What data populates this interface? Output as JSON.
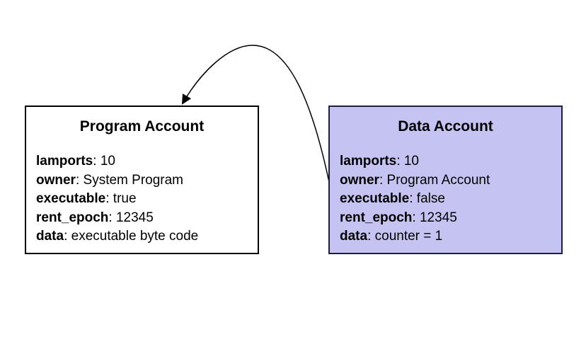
{
  "canvas": {
    "background": "#ffffff"
  },
  "field_separator": ": ",
  "boxes": [
    {
      "id": "program-account",
      "title": "Program Account",
      "fill": "#ffffff",
      "border_color": "#000000",
      "fields": [
        {
          "label": "lamports",
          "value": "10"
        },
        {
          "label": "owner",
          "value": "System Program"
        },
        {
          "label": "executable",
          "value": "true"
        },
        {
          "label": "rent_epoch",
          "value": "12345"
        },
        {
          "label": "data",
          "value": "executable byte code"
        }
      ]
    },
    {
      "id": "data-account",
      "title": "Data Account",
      "fill": "#c5c3f2",
      "border_color": "#1e1e3f",
      "fields": [
        {
          "label": "lamports",
          "value": "10"
        },
        {
          "label": "owner",
          "value": "Program Account"
        },
        {
          "label": "executable",
          "value": "false"
        },
        {
          "label": "rent_epoch",
          "value": "12345"
        },
        {
          "label": "data",
          "value": "counter = 1"
        }
      ]
    }
  ],
  "arrow": {
    "from": "data-account",
    "to": "program-account",
    "color": "#000000",
    "meaning": "Data Account is owned by Program Account"
  }
}
